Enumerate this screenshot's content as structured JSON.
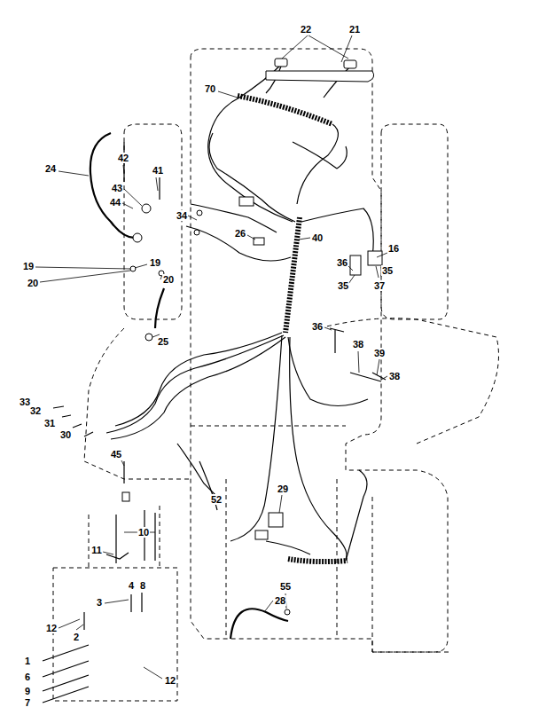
{
  "diagram": {
    "labels": [
      "22",
      "21",
      "70",
      "24",
      "42",
      "41",
      "43",
      "44",
      "34",
      "26",
      "40",
      "16",
      "36",
      "35",
      "35",
      "37",
      "19",
      "19",
      "20",
      "20",
      "25",
      "36",
      "38",
      "39",
      "38",
      "33",
      "32",
      "31",
      "30",
      "45",
      "52",
      "29",
      "10",
      "11",
      "3",
      "4",
      "8",
      "12",
      "2",
      "12",
      "55",
      "28",
      "1",
      "6",
      "9",
      "7"
    ]
  }
}
